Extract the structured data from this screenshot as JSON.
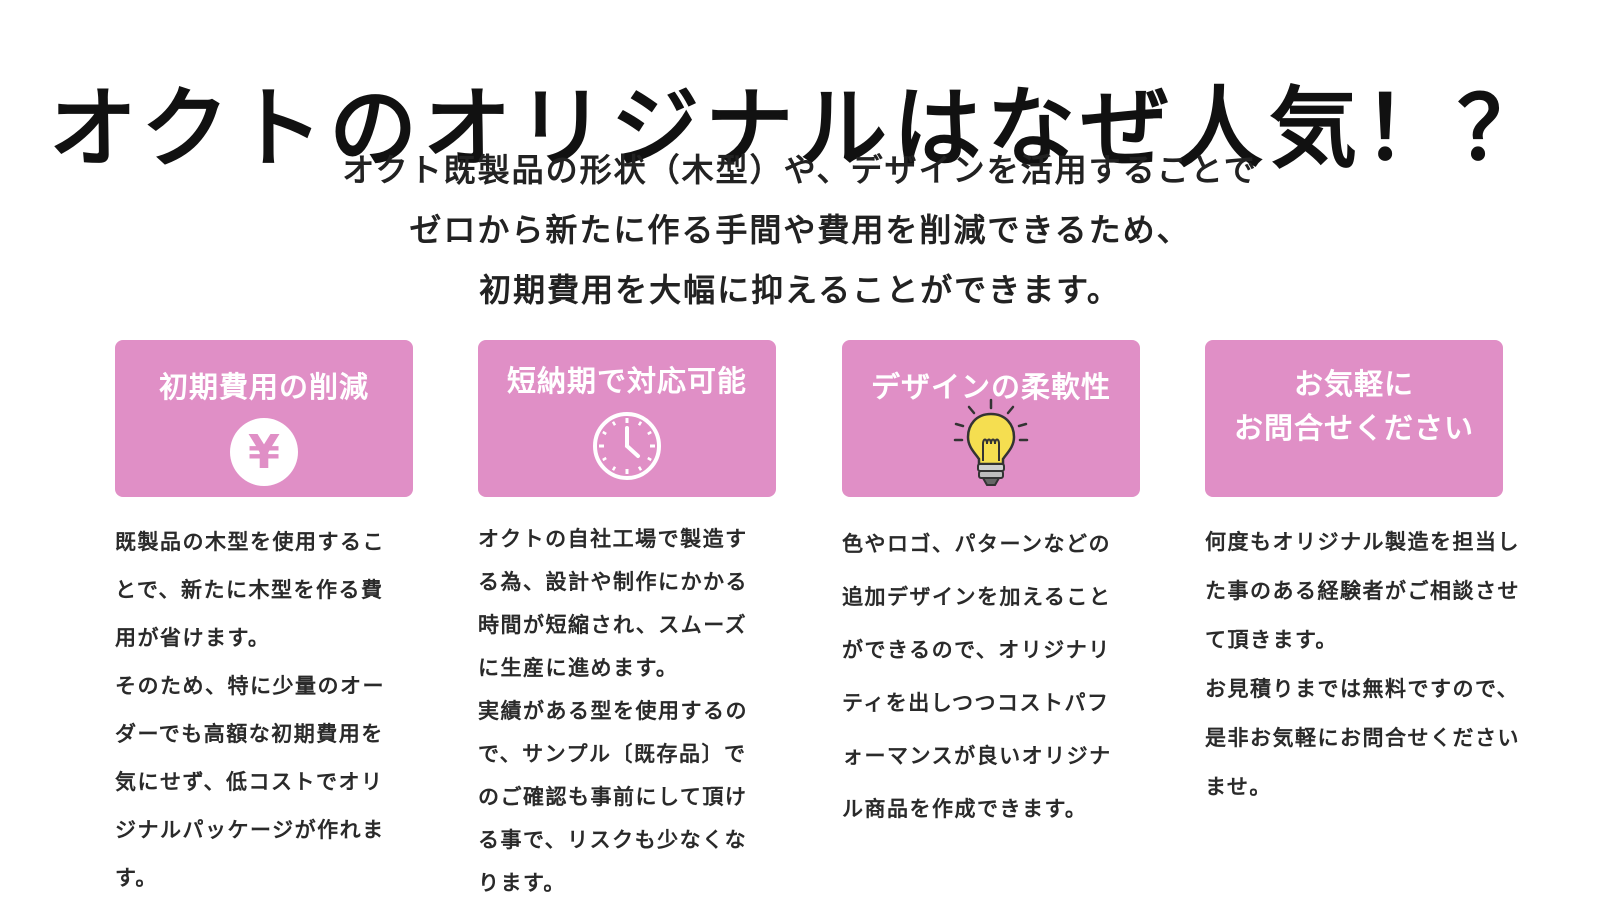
{
  "headline": "オクトのオリジナルはなぜ人気！？",
  "lead_lines": [
    "オクト既製品の形状（木型）や、デザインを活用することで",
    "ゼロから新たに作る手間や費用を削減できるため、",
    "初期費用を大幅に抑えることができます。"
  ],
  "colors": {
    "card_background": "#e08fc6",
    "card_text": "#ffffff",
    "bulb_yellow": "#f5de50"
  },
  "features": [
    {
      "title_lines": [
        "初期費用の削減"
      ],
      "icon": "yen-icon",
      "icon_glyph": "¥",
      "text_lines": [
        "既製品の木型を使用するこ",
        "とで、新たに木型を作る費",
        "用が省けます。",
        "そのため、特に少量のオー",
        "ダーでも高額な初期費用を",
        "気にせず、低コストでオリ",
        "ジナルパッケージが作れま",
        "す。"
      ]
    },
    {
      "title_lines": [
        "短納期で対応可能"
      ],
      "icon": "clock-icon",
      "text_lines": [
        "オクトの自社工場で製造す",
        "る為、設計や制作にかかる",
        "時間が短縮され、スムーズ",
        "に生産に進めます。",
        "実績がある型を使用するの",
        "で、サンプル〔既存品〕で",
        "のご確認も事前にして頂け",
        "る事で、リスクも少なくな",
        "ります。"
      ]
    },
    {
      "title_lines": [
        "デザインの柔軟性"
      ],
      "icon": "lightbulb-icon",
      "text_lines": [
        "色やロゴ、パターンなどの",
        "追加デザインを加えること",
        "ができるので、オリジナリ",
        "ティを出しつつコストパフ",
        "ォーマンスが良いオリジナ",
        "ル商品を作成できます。"
      ]
    },
    {
      "title_lines": [
        "お気軽に",
        "お問合せください"
      ],
      "icon": "",
      "text_lines": [
        "何度もオリジナル製造を担当し",
        "た事のある経験者がご相談させ",
        "て頂きます。",
        "お見積りまでは無料ですので、",
        "是非お気軽にお問合せください",
        "ませ。"
      ]
    }
  ]
}
